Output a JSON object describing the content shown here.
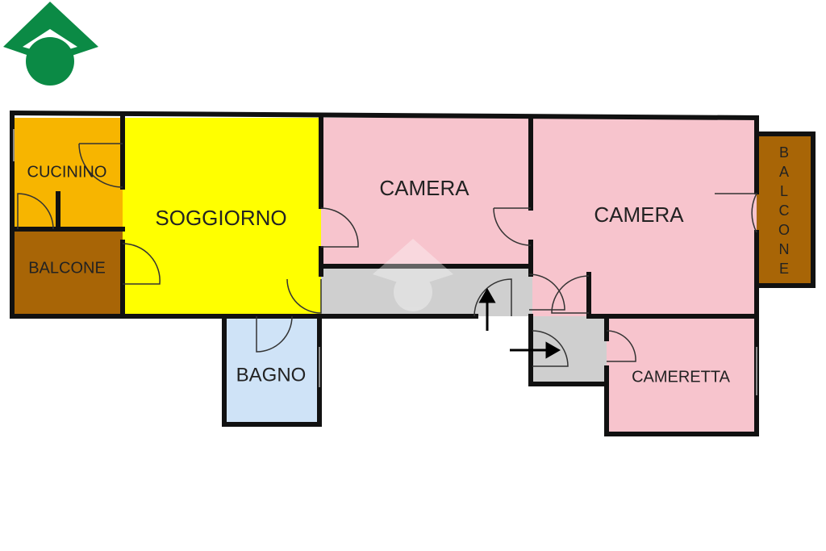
{
  "logo": {
    "name": "agency-logo",
    "colors": {
      "primary": "#0b8a45",
      "secondary": "#ffffff"
    }
  },
  "rooms": {
    "cucinino": {
      "label": "CUCININO",
      "color": "#f7b500"
    },
    "balcone_left": {
      "label": "BALCONE",
      "color": "#a86506"
    },
    "soggiorno": {
      "label": "SOGGIORNO",
      "color": "#ffff00"
    },
    "camera_1": {
      "label": "CAMERA",
      "color": "#f7c4cd"
    },
    "camera_2": {
      "label": "CAMERA",
      "color": "#f7c4cd"
    },
    "balcone_right": {
      "label": "BALCONE",
      "color": "#a86506"
    },
    "bagno": {
      "label": "BAGNO",
      "color": "#cfe3f7"
    },
    "cameretta": {
      "label": "CAMERETTA",
      "color": "#f7c4cd"
    },
    "corridor": {
      "color": "#cfcfcf"
    }
  },
  "arrows": [
    "arrow-up",
    "arrow-right"
  ],
  "wall_color": "#111111",
  "watermark": "agency-watermark-logo"
}
